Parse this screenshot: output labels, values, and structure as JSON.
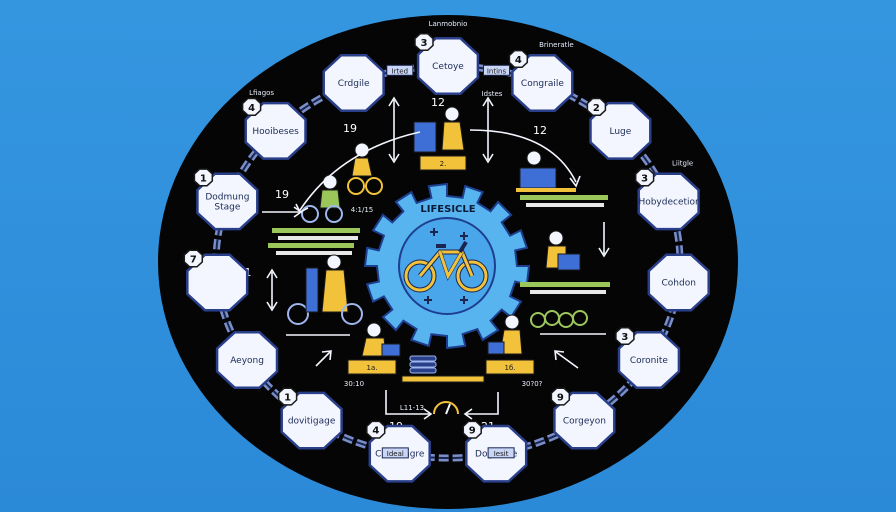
{
  "title": "LIFESICLE",
  "colors": {
    "background": "#2f8fdc",
    "disc": "#050505",
    "node_fill": "#f3f6ff",
    "node_stroke": "#2a3f8a",
    "gear": "#58b4ee",
    "inner_circle": "#4aa6ea",
    "bike": "#f2c23a",
    "chain": "#7a8fc9",
    "figure_blue": "#3d6fd6",
    "figure_yellow": "#f2c23a",
    "stripe_green": "#9bc65a"
  },
  "nodes": [
    {
      "badge": "3",
      "label": "Cetoye",
      "top_label": "Lanmobnio"
    },
    {
      "badge": "4",
      "label": "Congraile",
      "top_label": "",
      "side_label": "Brineratle"
    },
    {
      "badge": "2",
      "label": "Luge"
    },
    {
      "badge": "3",
      "label": "Hobydecetior",
      "side_label": "Liitgle"
    },
    {
      "badge": "",
      "label": "Cohdon"
    },
    {
      "badge": "3",
      "label": "Coronite"
    },
    {
      "badge": "9",
      "label": "Corgeyon"
    },
    {
      "badge": "9",
      "label": "Dognidse"
    },
    {
      "badge": "4",
      "label": "Conaltagre"
    },
    {
      "badge": "1",
      "label": "dovitigage"
    },
    {
      "badge": "",
      "label": "Aeyong"
    },
    {
      "badge": "7",
      "label": ""
    },
    {
      "badge": "1",
      "label": "Dodmung Stage"
    },
    {
      "badge": "4",
      "label": "Hooibeses",
      "side_label": "Lfiagos"
    },
    {
      "badge": "",
      "label": "Crdgile"
    }
  ],
  "chain_labels": [
    "Irted",
    "Intins",
    "Ideal",
    "Iesit"
  ],
  "inner_labels": {
    "n12_top": "12",
    "desks_label": "Idstes",
    "n12_right": "12",
    "n19_upper": "19",
    "n19_left": "19",
    "n13": "13",
    "n1": "1",
    "n19_bottom": "19",
    "n21": "21",
    "range_left": "4:1/15",
    "range_bottom_left": "L11-13",
    "range_bottom": "30:10",
    "range_bottom_right": "30?0?",
    "plate_top": "2.",
    "plate_left": "1a.",
    "plate_right": "1б."
  }
}
